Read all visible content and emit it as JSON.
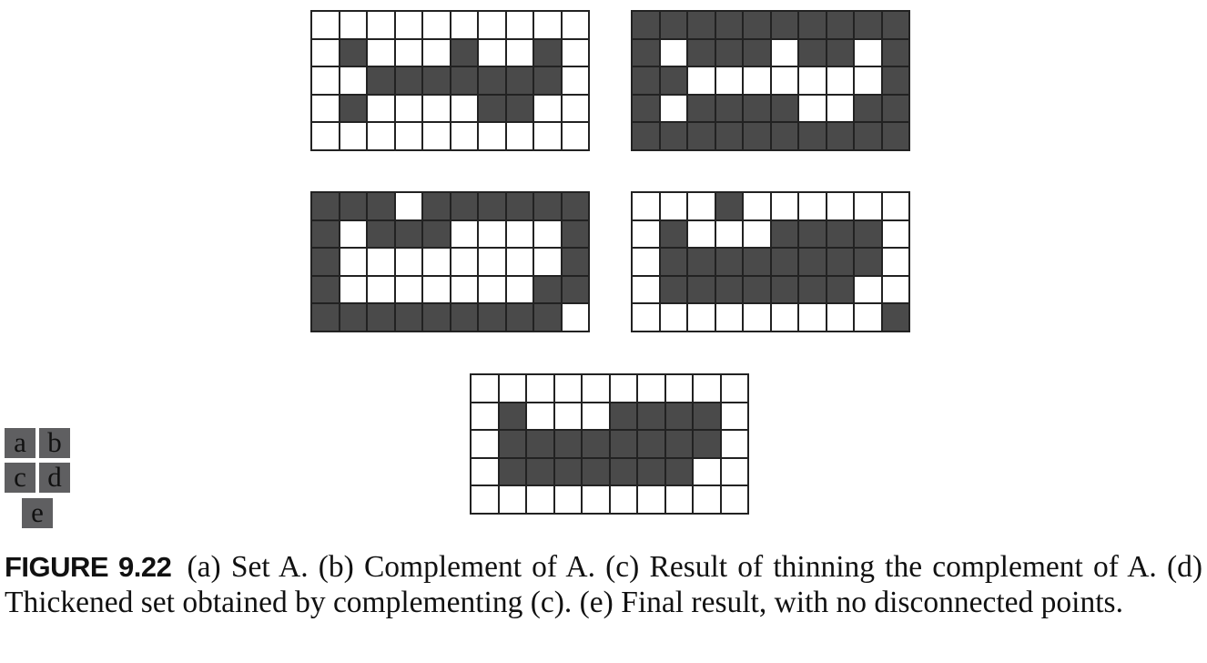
{
  "figure": {
    "panels": [
      {
        "id": "a",
        "rows": [
          "0000000000",
          "0100010010",
          "0011111110",
          "0100001100",
          "0000000000"
        ]
      },
      {
        "id": "b",
        "rows": [
          "1111111111",
          "1011101101",
          "1100000001",
          "1011110011",
          "1111111111"
        ]
      },
      {
        "id": "c",
        "rows": [
          "1110111111",
          "1011100001",
          "1000000001",
          "1000000011",
          "1111111110"
        ]
      },
      {
        "id": "d",
        "rows": [
          "0001000000",
          "0100011110",
          "0111111110",
          "0111111100",
          "0000000001"
        ]
      },
      {
        "id": "e",
        "rows": [
          "0000000000",
          "0100011110",
          "0111111110",
          "0111111100",
          "0000000000"
        ]
      }
    ],
    "colors": {
      "filled": "#4a4a4a",
      "empty": "#ffffff",
      "gridline": "#222222"
    },
    "key_labels": {
      "a": "a",
      "b": "b",
      "c": "c",
      "d": "d",
      "e": "e"
    },
    "caption": {
      "label": "FIGURE 9.22",
      "text": "(a) Set A. (b) Complement of A. (c) Result of thinning the complement of A. (d) Thickened set obtained by complementing (c). (e) Final result, with no disconnected points."
    }
  }
}
